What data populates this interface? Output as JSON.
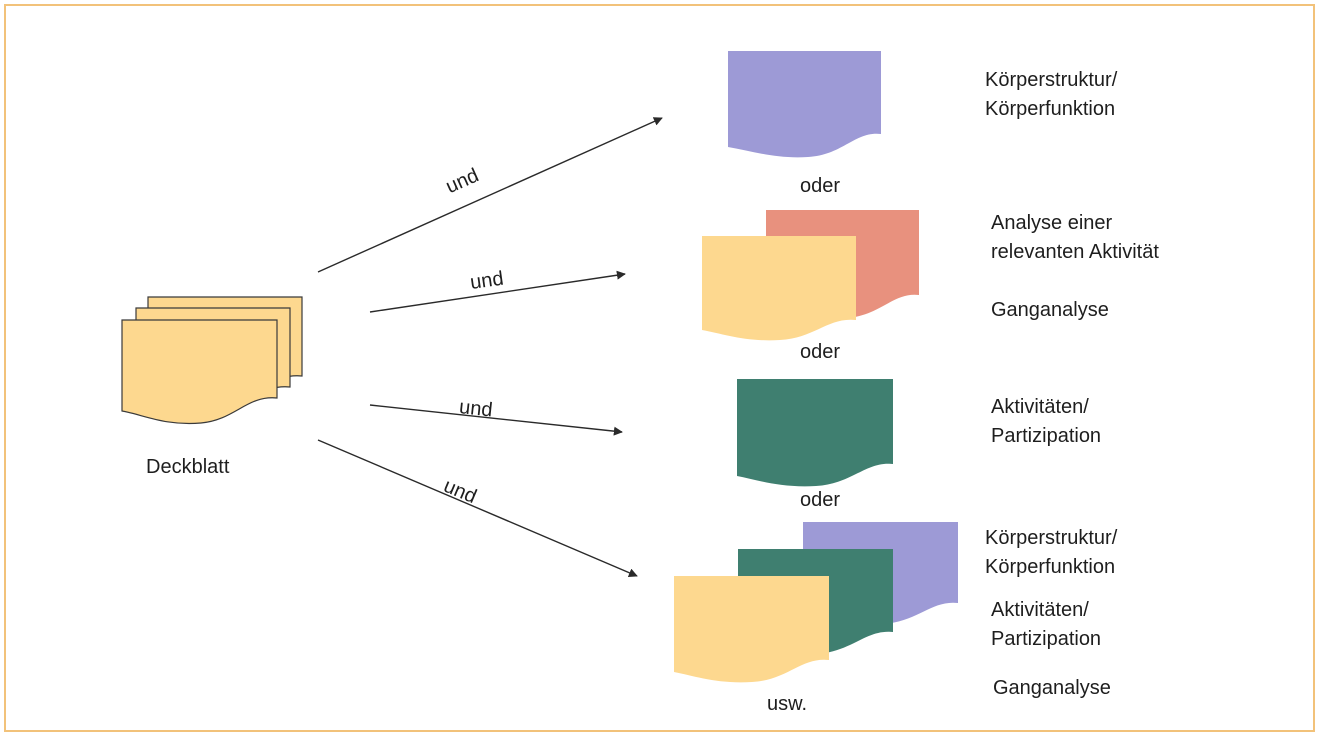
{
  "source_label": "Deckblatt",
  "arrow_label": "und",
  "connector_label": "oder",
  "end_label": "usw.",
  "groups": [
    {
      "descriptions": [
        "Körperstruktur/",
        "Körperfunktion"
      ]
    },
    {
      "descriptions": [
        "Analyse einer",
        "relevanten Aktivität"
      ],
      "extra": "Ganganalyse"
    },
    {
      "descriptions": [
        "Aktivitäten/",
        "Partizipation"
      ]
    },
    {
      "descriptions_a": [
        "Körperstruktur/",
        "Körperfunktion"
      ],
      "descriptions_b": [
        "Aktivitäten/",
        "Partizipation"
      ],
      "extra": "Ganganalyse"
    }
  ],
  "colors": {
    "frame": "#f2c27a",
    "yellow": "#fdd88f",
    "purple": "#9d9ad6",
    "salmon": "#e8917e",
    "teal": "#3f7f70",
    "line": "#2a2a2a"
  }
}
